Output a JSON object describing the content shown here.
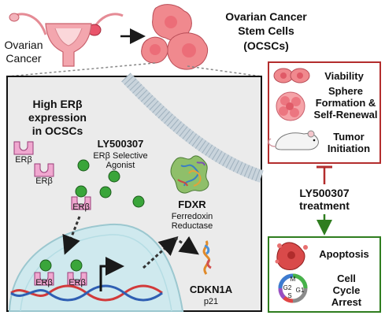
{
  "top": {
    "ovarian_label_1": "Ovarian",
    "ovarian_label_2": "Cancer",
    "ocsc_title_1": "Ovarian Cancer",
    "ocsc_title_2": "Stem Cells",
    "ocsc_title_3": "(OCSCs)"
  },
  "main_panel": {
    "expression_1": "High ERβ",
    "expression_2": "expression",
    "expression_3": "in OCSCs",
    "receptor_label": "ERβ",
    "drug_name": "LY500307",
    "drug_desc_1": "ERβ Selective",
    "drug_desc_2": "Agonist",
    "fdxr_name": "FDXR",
    "fdxr_desc_1": "Ferredoxin",
    "fdxr_desc_2": "Reductase",
    "cdkn1a_name": "CDKN1A",
    "cdkn1a_desc": "p21"
  },
  "outcomes_panel": {
    "viability": "Viability",
    "sphere_1": "Sphere",
    "sphere_2": "Formation &",
    "sphere_3": "Self-Renewal",
    "tumor_1": "Tumor",
    "tumor_2": "Initiation"
  },
  "treatment": {
    "line_1": "LY500307",
    "line_2": "treatment"
  },
  "effects_panel": {
    "apoptosis": "Apoptosis",
    "arrest_1": "Cell",
    "arrest_2": "Cycle",
    "arrest_3": "Arrest",
    "cycle_m": "M",
    "cycle_g2": "G2",
    "cycle_s": "S",
    "cycle_g1": "G1"
  },
  "colors": {
    "inhibit_red": "#b32d2d",
    "activate_green": "#2f7d1f",
    "receptor_pink": "#f0a8d0",
    "agonist_green": "#3aa53a",
    "cell_pink": "#f0898e"
  }
}
